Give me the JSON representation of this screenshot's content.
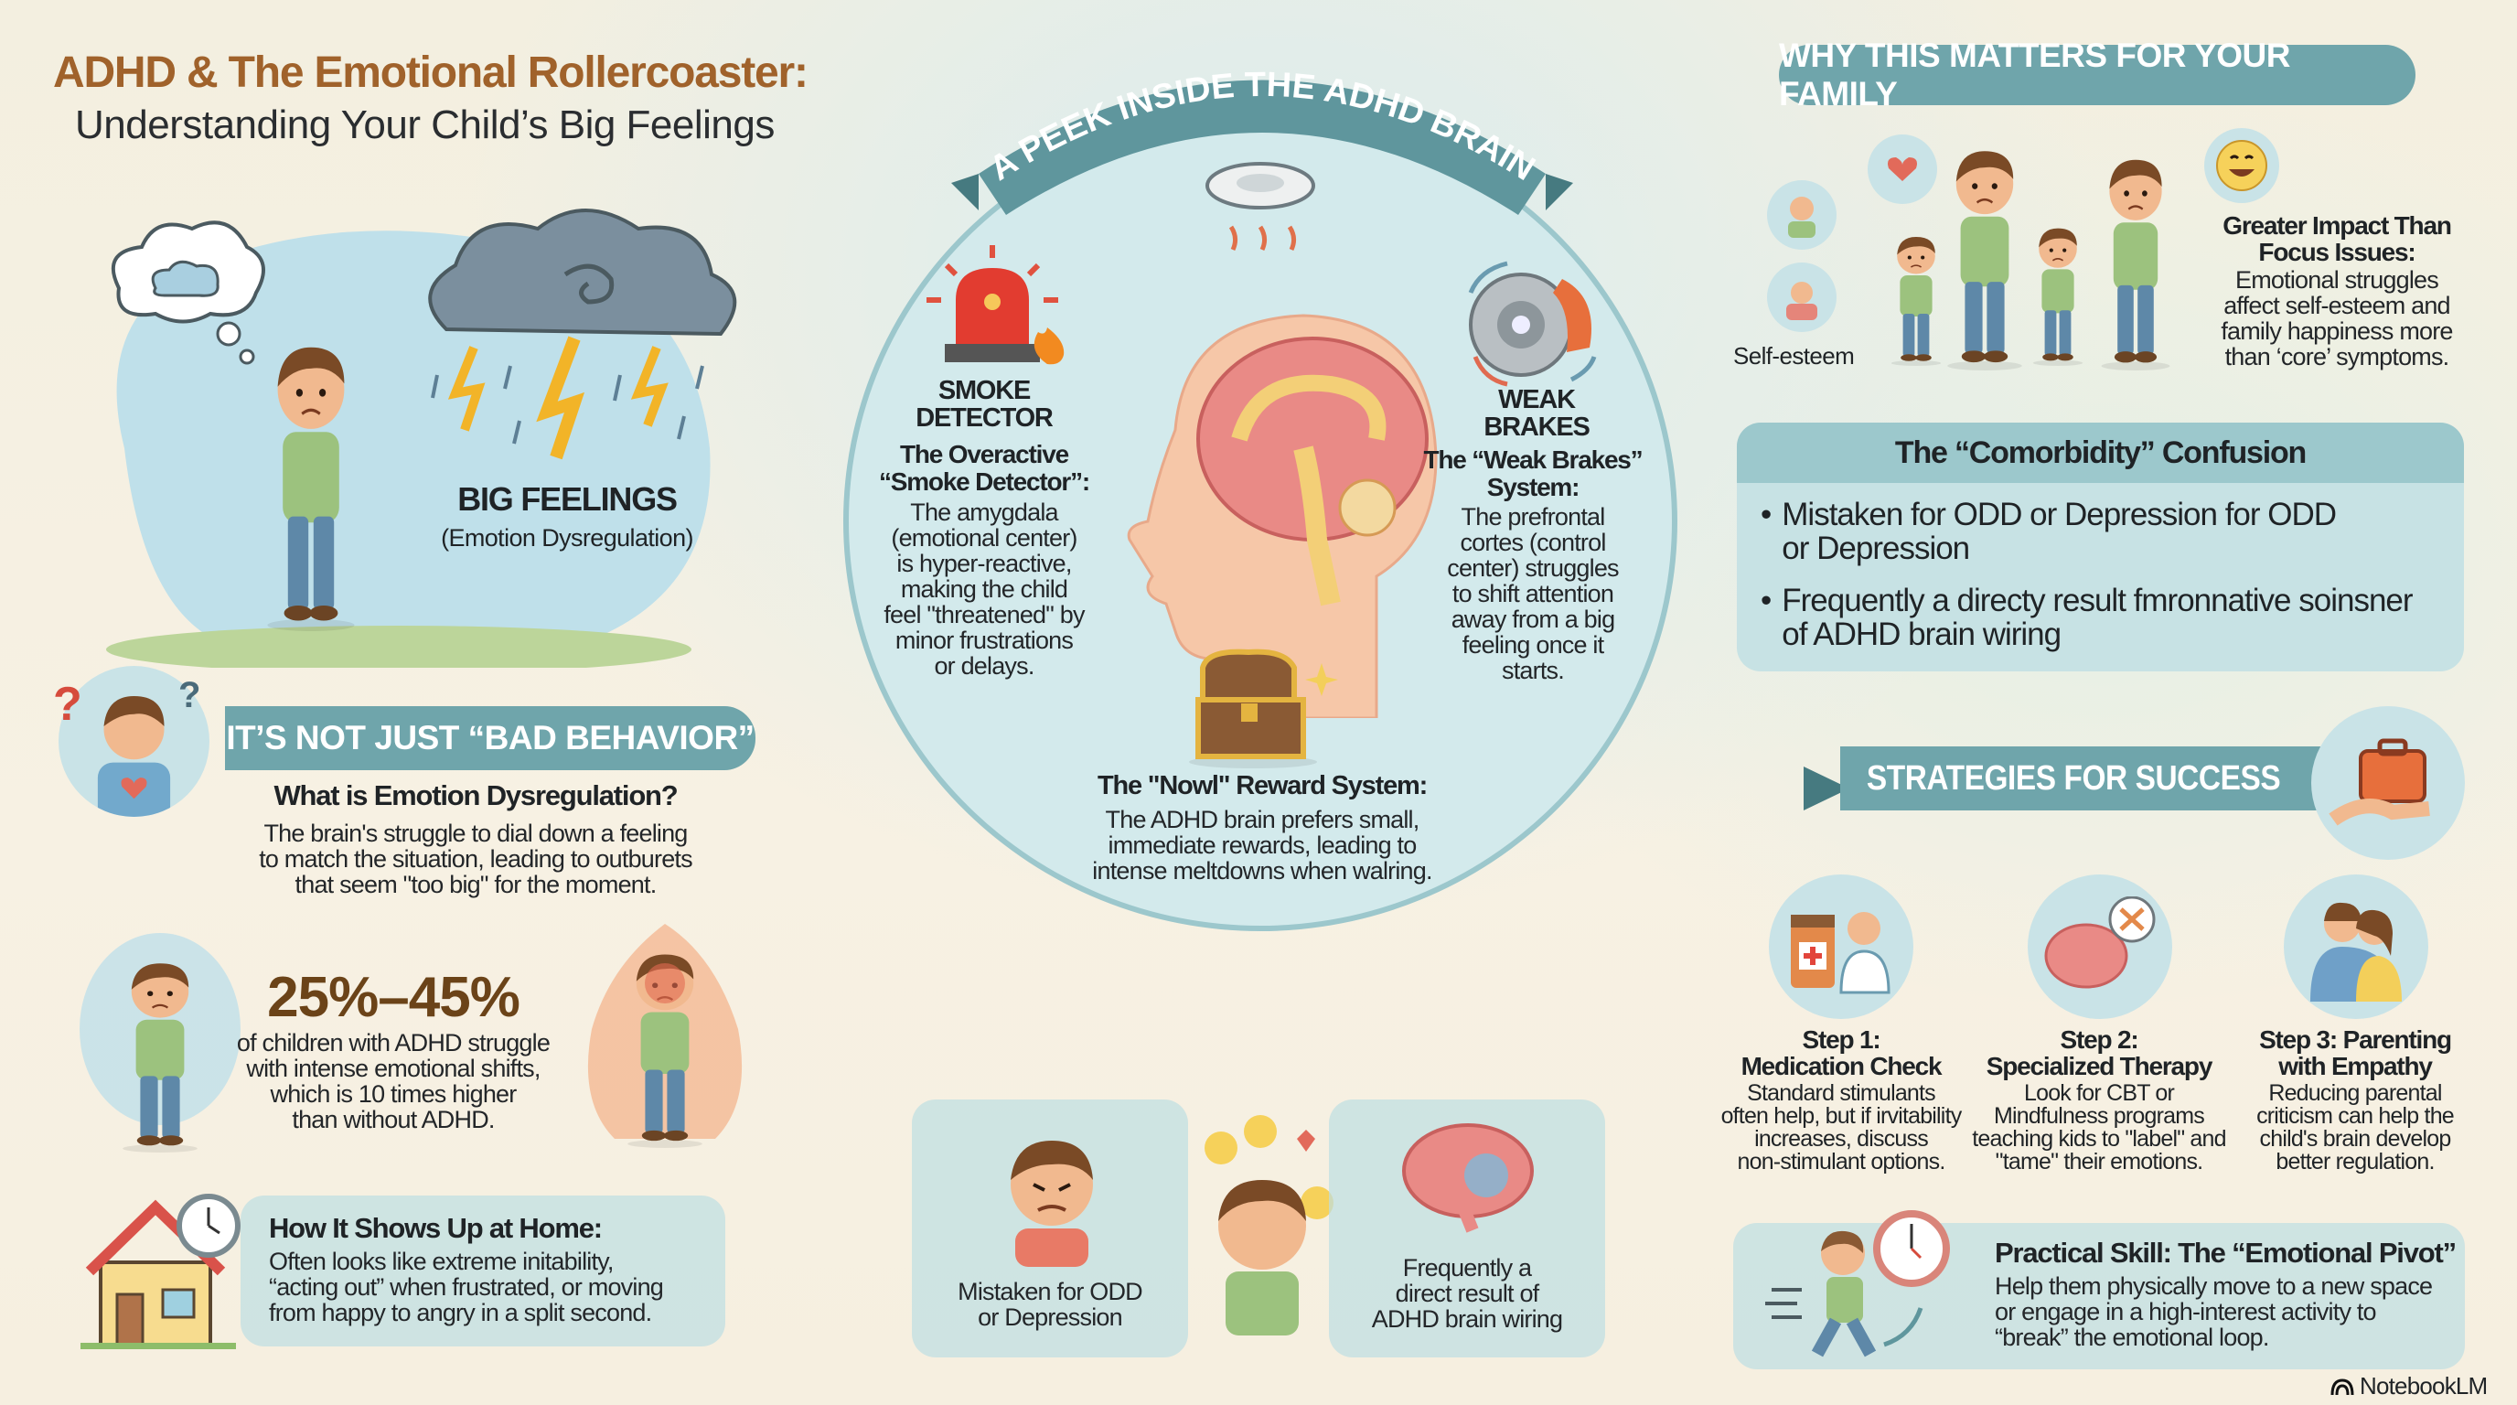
{
  "header": {
    "title": "ADHD & The Emotional Rollercoaster:",
    "subtitle": "Understanding Your Child’s Big Feelings"
  },
  "big_feelings": {
    "label": "BIG FEELINGS",
    "sublabel": "(Emotion Dysregulation)"
  },
  "not_bad_behavior": {
    "banner": "IT’S NOT JUST “BAD BEHAVIOR”",
    "heading": "What is Emotion Dysregulation?",
    "body": [
      "The brain's struggle to dial down a feeling",
      "to match the situation, leading to outburets",
      "that seem \"too big\" for the moment."
    ]
  },
  "stat": {
    "value": "25%–45%",
    "body": [
      "of children with ADHD struggle",
      "with intense emotional shifts,",
      "which is 10 times higher",
      "than without ADHD."
    ]
  },
  "home": {
    "heading": "How It Shows Up at Home:",
    "body": [
      "Often looks like extreme initability,",
      "“acting out” when frustrated, or moving",
      "from happy to angry in a split second."
    ]
  },
  "brain": {
    "ribbon": "A PEEK INSIDE THE ADHD BRAIN",
    "smoke": {
      "label": [
        "SMOKE",
        "DETECTOR"
      ],
      "heading": [
        "The Overactive",
        "“Smoke Detector”:"
      ],
      "body": [
        "The amygdala",
        "(emotional center)",
        "is hyper-reactive,",
        "making the child",
        "feel \"threatened\" by",
        "minor frustrations",
        "or delays."
      ]
    },
    "brakes": {
      "label": [
        "WEAK",
        "BRAKES"
      ],
      "heading": [
        "The “Weak Brakes”",
        "System:"
      ],
      "body": [
        "The prefrontal",
        "cortes (control",
        "center) struggles",
        "to shift attention",
        "away from a big",
        "feeling once it",
        "starts."
      ]
    },
    "reward": {
      "heading": "The \"Nowl\" Reward System:",
      "body": [
        "The ADHD brain prefers small,",
        "immediate rewards, leading to",
        "intense meltdowns when walring."
      ]
    }
  },
  "bottom_center": {
    "left_card": [
      "Mistaken for ODD",
      "or Depression"
    ],
    "right_card": [
      "Frequently a",
      "direct result of",
      "ADHD brain wiring"
    ]
  },
  "family": {
    "banner": "WHY THIS MATTERS FOR YOUR FAMILY",
    "self_esteem": "Self-esteem",
    "heading": [
      "Greater Impact Than",
      "Focus Issues:"
    ],
    "body": [
      "Emotional struggles",
      "affect self-esteem and",
      "family happiness more",
      "than ‘core’ symptoms."
    ]
  },
  "comorbidity": {
    "heading": "The “Comorbidity” Confusion",
    "bullets": [
      [
        "Mistaken for ODD or Depression for ODD",
        "or Depression"
      ],
      [
        "Frequently a directy result fmronnative soinsner",
        "of ADHD brain wiring"
      ]
    ]
  },
  "strategies": {
    "banner": "STRATEGIES FOR SUCCESS",
    "steps": [
      {
        "title": [
          "Step 1:",
          "Medication Check"
        ],
        "body": [
          "Standard stimulants",
          "often help, but if irvitability",
          "increases, discuss",
          "non-stimulant options."
        ]
      },
      {
        "title": [
          "Step 2:",
          "Specialized Therapy"
        ],
        "body": [
          "Look for CBT or",
          "Mindfulness programs",
          "teaching kids to \"label\" and",
          "\"tame\" their emotions."
        ]
      },
      {
        "title": [
          "Step 3: Parenting",
          "with Empathy"
        ],
        "body": [
          "Reducing parental",
          "criticism can help the",
          "child's brain develop",
          "better regulation."
        ]
      }
    ],
    "practical": {
      "heading": "Practical Skill: The “Emotional Pivot”",
      "body": [
        "Help them physically move to a new space",
        "or engage in a high-interest activity to",
        "“break” the emotional loop."
      ]
    }
  },
  "footer": {
    "brand": "NotebookLM"
  },
  "colors": {
    "title_brown": "#a0622b",
    "teal": "#6fa5ab",
    "panel": "#c4e0e3",
    "stat_brown": "#6b4318",
    "background": "#f7f1e3"
  },
  "icons": [
    "thought-cloud-icon",
    "storm-cloud-icon",
    "smoke-detector-icon",
    "alarm-siren-icon",
    "brain-head-icon",
    "brake-disc-icon",
    "treasure-chest-icon",
    "house-clock-icon",
    "family-icon",
    "suitcase-hand-icon",
    "medicine-doctor-icon",
    "brain-tools-icon",
    "parent-hug-icon",
    "running-child-clock-icon",
    "notebooklm-logo-icon"
  ]
}
